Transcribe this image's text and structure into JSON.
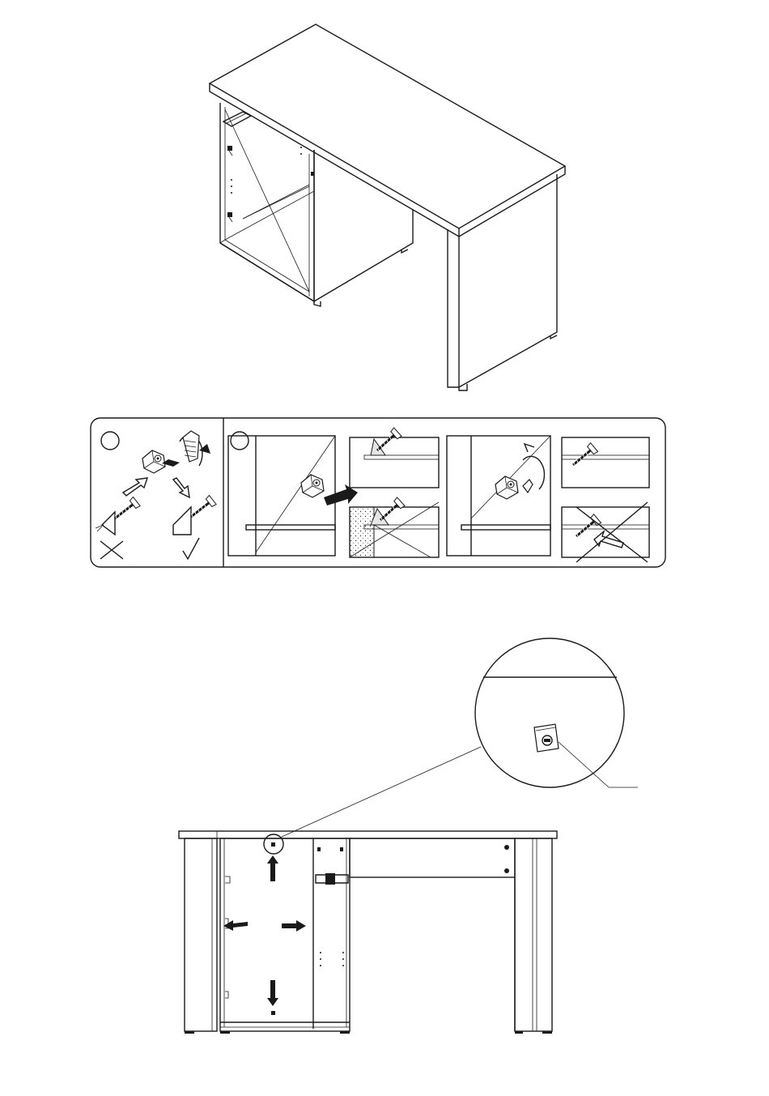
{
  "sheet": {
    "background": "#ffffff",
    "line_color": "#1a1a1a"
  },
  "views": [
    {
      "id": "desk-isometric-view",
      "description_shown": false
    },
    {
      "id": "cam-lock-instruction-strip",
      "panels": [
        "cam-lock-step-a",
        "cam-lock-step-b"
      ]
    },
    {
      "id": "desk-front-view"
    },
    {
      "id": "cam-lock-detail-callout"
    }
  ],
  "icons": {
    "correct": "check-mark-icon",
    "wrong": "cross-mark-icon",
    "push": "solid-arrow-icon",
    "rotate": "rotation-arrow-icon"
  }
}
